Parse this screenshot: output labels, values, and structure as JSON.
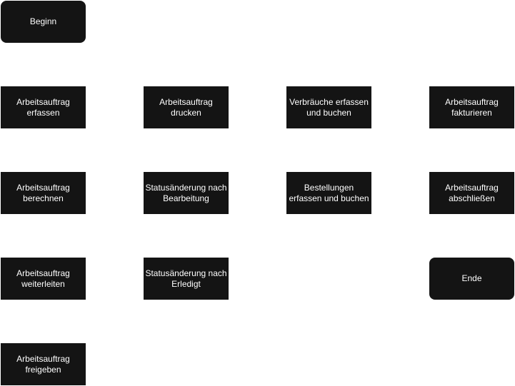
{
  "diagram": {
    "start": "Beginn",
    "end": "Ende",
    "column1": [
      "Arbeitsauftrag\nerfassen",
      "Arbeitsauftrag\nberechnen",
      "Arbeitsauftrag\nweiterleiten",
      "Arbeitsauftrag\nfreigeben"
    ],
    "column2": [
      "Arbeitsauftrag\ndrucken",
      "Statusänderung nach\nBearbeitung",
      "Statusänderung nach\nErledigt"
    ],
    "column3": [
      "Verbräuche erfassen\nund buchen",
      "Bestellungen\nerfassen und buchen"
    ],
    "column4": [
      "Arbeitsauftrag\nfakturieren",
      "Arbeitsauftrag\nabschließen"
    ],
    "colors": {
      "node_fill": "#141414",
      "node_text": "#ffffff",
      "background": "#ffffff"
    }
  }
}
